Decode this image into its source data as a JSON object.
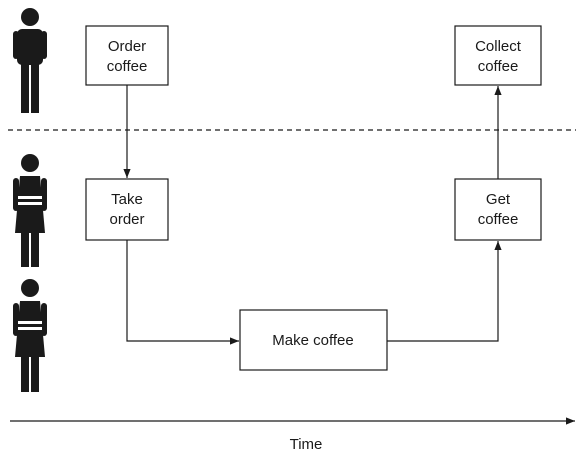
{
  "people": [
    {
      "id": "customer",
      "icon": "man-icon"
    },
    {
      "id": "cashier",
      "icon": "woman-icon"
    },
    {
      "id": "barista",
      "icon": "woman-icon"
    }
  ],
  "boxes": {
    "order": [
      "Order",
      "coffee"
    ],
    "collect": [
      "Collect",
      "coffee"
    ],
    "take": [
      "Take",
      "order"
    ],
    "get": [
      "Get",
      "coffee"
    ],
    "make": [
      "Make coffee"
    ]
  },
  "axis": {
    "label": "Time"
  },
  "colors": {
    "line": "#1a1a1a",
    "box_fill": "#ffffff",
    "person": "#1a1a1a"
  }
}
